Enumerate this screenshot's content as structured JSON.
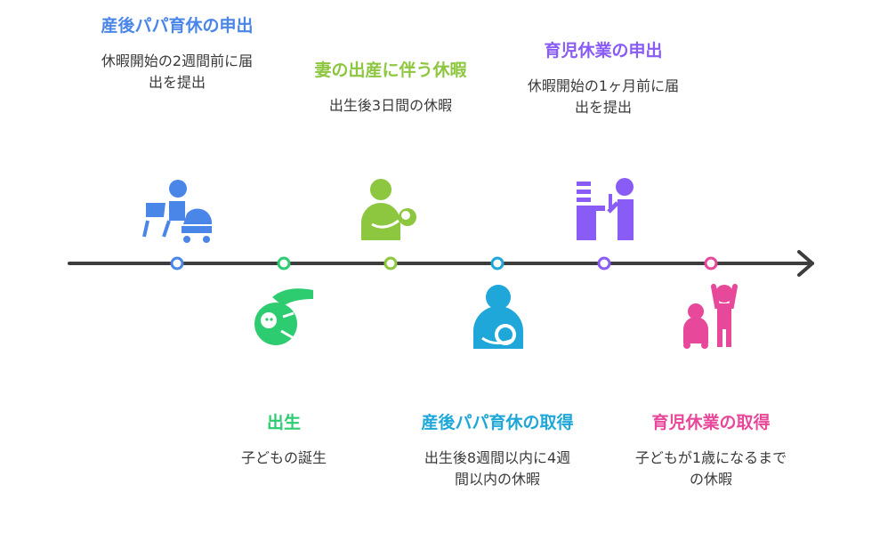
{
  "events": [
    {
      "title": "産後パパ育休の申出",
      "description": "休暇開始の2週間前に届出を提出",
      "color": "#4a86e8",
      "position": "above",
      "icon": "person-laptop-stroller-icon"
    },
    {
      "title": "出生",
      "description": "子どもの誕生",
      "color": "#2ecc71",
      "position": "below",
      "icon": "baby-in-hand-icon"
    },
    {
      "title": "妻の出産に伴う休暇",
      "description": "出生後3日間の休暇",
      "color": "#8dc63f",
      "position": "above",
      "icon": "person-holding-baby-icon"
    },
    {
      "title": "産後パパ育休の取得",
      "description": "出生後8週間以内に4週間以内の休暇",
      "color": "#1ea7d8",
      "position": "below",
      "icon": "parent-holding-infant-icon"
    },
    {
      "title": "育児休業の申出",
      "description": "休暇開始の1ヶ月前に届出を提出",
      "color": "#8a5cf6",
      "position": "above",
      "icon": "person-at-desk-icon"
    },
    {
      "title": "育児休業の取得",
      "description": "子どもが1歳になるまでの休暇",
      "color": "#e8489a",
      "position": "below",
      "icon": "adult-with-child-icon"
    }
  ],
  "colors": {
    "axis": "#3d3d3d"
  }
}
